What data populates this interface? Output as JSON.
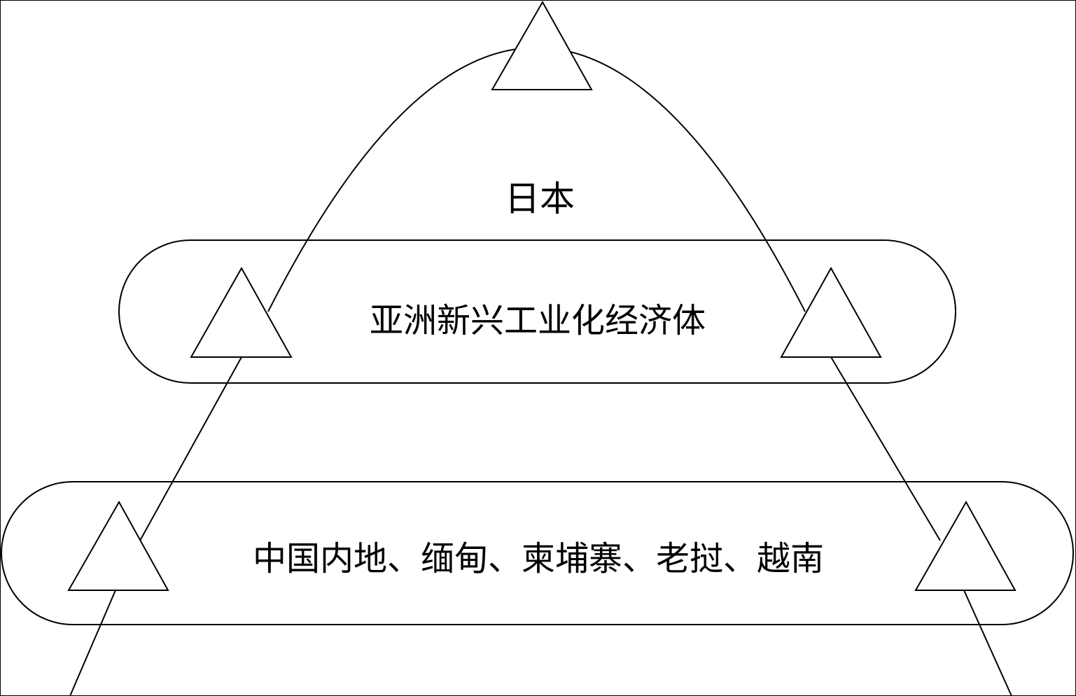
{
  "diagram": {
    "top_label": "日本",
    "middle_label": "亚洲新兴工业化经济体",
    "bottom_label": "中国内地、缅甸、柬埔寨、老挝、越南",
    "stroke_color": "#000000",
    "background_color": "#ffffff"
  }
}
